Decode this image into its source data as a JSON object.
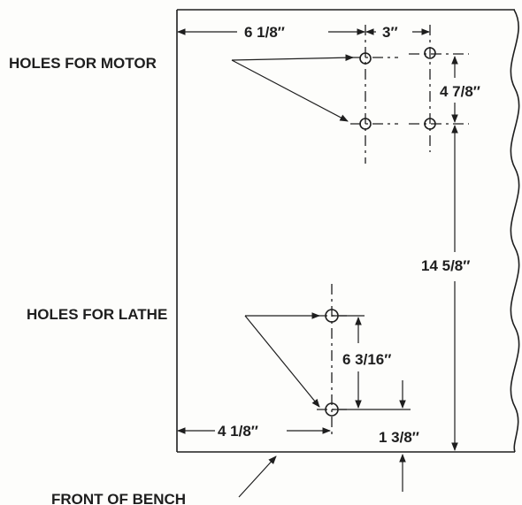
{
  "labels": {
    "motor_holes": "HOLES FOR MOTOR",
    "lathe_holes": "HOLES  FOR LATHE",
    "front": "FRONT OF BENCH"
  },
  "dimensions": {
    "motor_offset": "6 1/8″",
    "motor_spacing": "3″",
    "motor_vertical": "4 7/8″",
    "overall": "14 5/8″",
    "lathe_vertical": "6 3/16″",
    "lathe_offset": "4 1/8″",
    "front_offset": "1 3/8″"
  }
}
